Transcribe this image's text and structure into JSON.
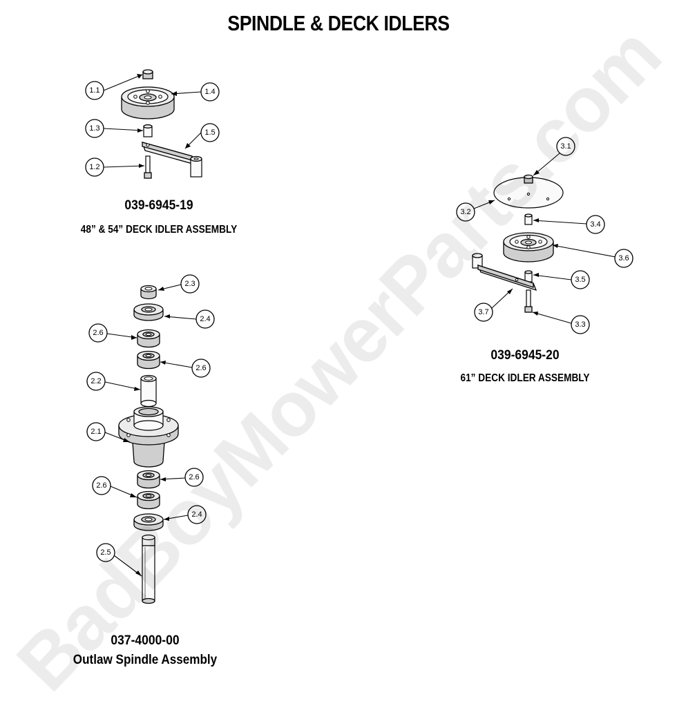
{
  "title": "SPINDLE & DECK IDLERS",
  "watermark": "BadBoyMowerParts.com",
  "assemblies": [
    {
      "part_number": "039-6945-19",
      "name": "48” & 54” DECK IDLER ASSEMBLY",
      "callouts": [
        "1.1",
        "1.4",
        "1.3",
        "1.5",
        "1.2"
      ]
    },
    {
      "part_number": "037-4000-00",
      "name": "Outlaw Spindle Assembly",
      "callouts": [
        "2.3",
        "2.4",
        "2.6",
        "2.6",
        "2.2",
        "2.1",
        "2.6",
        "2.6",
        "2.4",
        "2.5"
      ]
    },
    {
      "part_number": "039-6945-20",
      "name": "61” DECK IDLER ASSEMBLY",
      "callouts": [
        "3.1",
        "3.2",
        "3.4",
        "3.6",
        "3.5",
        "3.7",
        "3.3"
      ]
    }
  ]
}
